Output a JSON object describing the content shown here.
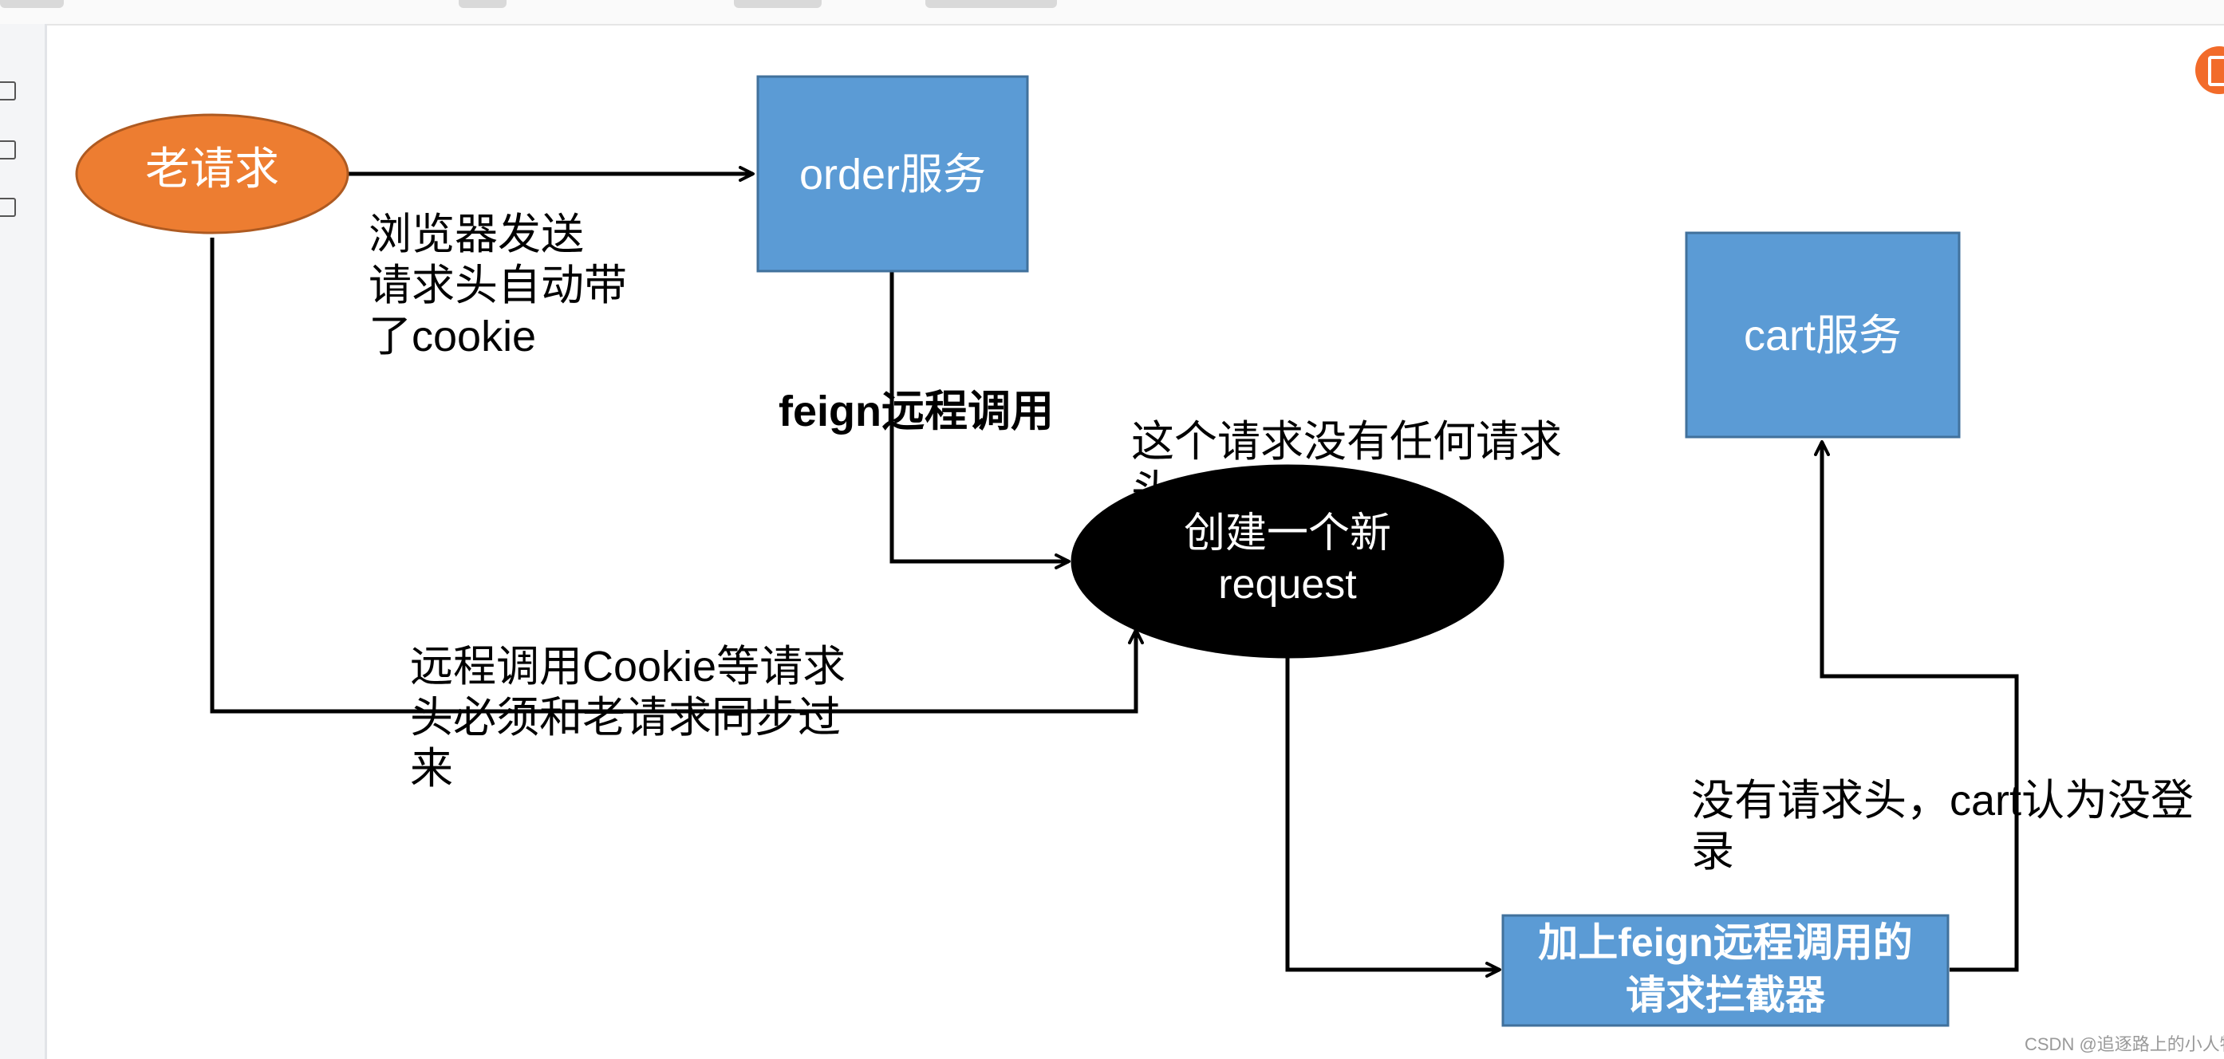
{
  "diagram": {
    "nodes": {
      "old_request": "老请求",
      "order_service": "order服务",
      "cart_service": "cart服务",
      "new_request_line1": "创建一个新",
      "new_request_line2": "request",
      "interceptor_line1": "加上feign远程调用的",
      "interceptor_line2": "请求拦截器"
    },
    "labels": {
      "browser_line1": "浏览器发送",
      "browser_line2": "请求头自动带",
      "browser_line3": "了cookie",
      "feign_call": "feign远程调用",
      "no_header_line1": "这个请求没有任何请求",
      "no_header_line2": "头",
      "sync_line1": "远程调用Cookie等请求",
      "sync_line2": "头必须和老请求同步过",
      "sync_line3": "来",
      "cart_line1": "没有请求头，cart认为没登",
      "cart_line2": "录"
    },
    "colors": {
      "orange": "#ed7d31",
      "blue": "#5b9bd5",
      "black": "#000000"
    }
  },
  "watermark": "CSDN @追逐路上的小人物",
  "icons": [
    "list-icon",
    "comment-icon",
    "image-icon",
    "app-badge-icon"
  ]
}
